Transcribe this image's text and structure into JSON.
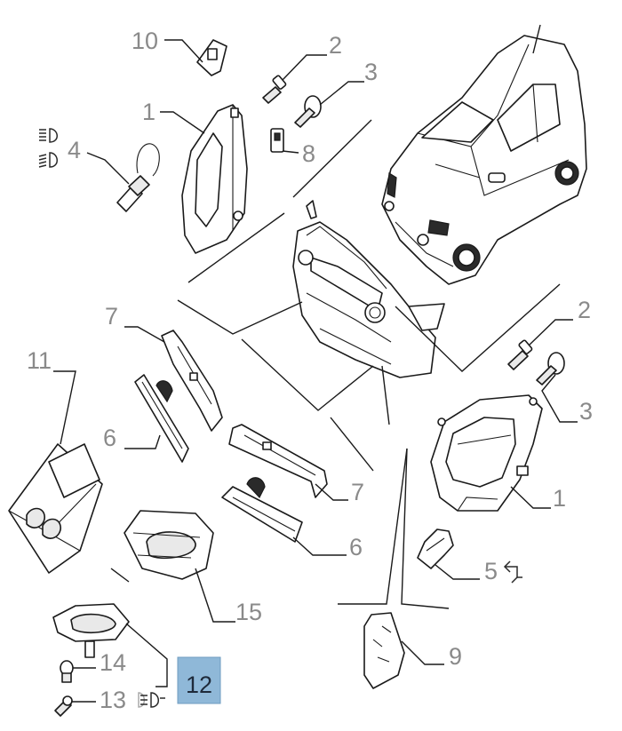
{
  "callouts": {
    "c1_top": "1",
    "c1_right": "1",
    "c2_top": "2",
    "c2_right": "2",
    "c3_top": "3",
    "c3_right": "3",
    "c4": "4",
    "c5": "5",
    "c6_left": "6",
    "c6_right": "6",
    "c7_left": "7",
    "c7_right": "7",
    "c8": "8",
    "c9": "9",
    "c10": "10",
    "c11": "11",
    "c12": "12",
    "c13": "13",
    "c14": "14",
    "c15": "15"
  },
  "icons": {
    "high_beam": "high-beam-symbol",
    "low_beam": "low-beam-symbol",
    "turn_signal": "turn-signal-symbol",
    "fog_light": "fog-light-symbol"
  },
  "colors": {
    "highlight_fill": "#8fb8d8",
    "callout_text": "#8a8a8a",
    "line_art": "#1a1a1a"
  }
}
